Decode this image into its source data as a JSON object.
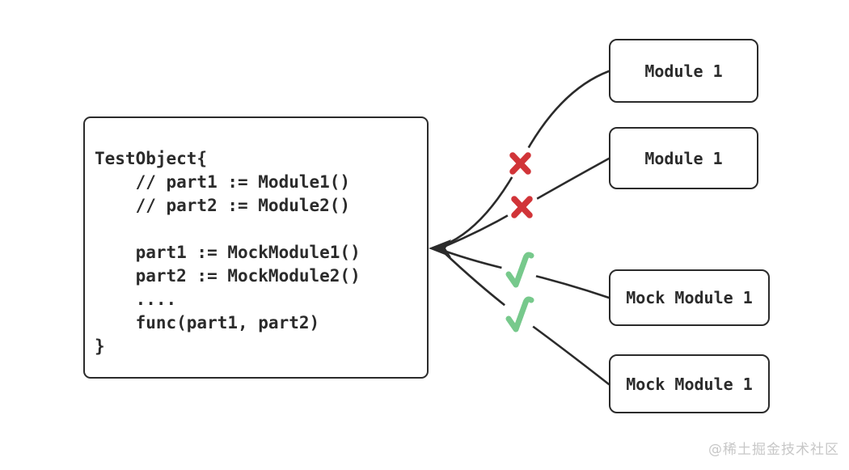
{
  "colors": {
    "stroke": "#2b2b2b",
    "reject": "#d13438",
    "accept": "#77c98c",
    "watermark": "#c7c7c7"
  },
  "code_box": {
    "code": "TestObject{\n    // part1 := Module1()\n    // part2 := Module2()\n\n    part1 := MockModule1()\n    part2 := MockModule2()\n    ....\n    func(part1, part2)\n}"
  },
  "modules": [
    {
      "label": "Module 1",
      "mark": "rejected"
    },
    {
      "label": "Module 1",
      "mark": "rejected"
    },
    {
      "label": "Mock Module 1",
      "mark": "accepted"
    },
    {
      "label": "Mock Module 1",
      "mark": "accepted"
    }
  ],
  "watermark": "@稀土掘金技术社区"
}
